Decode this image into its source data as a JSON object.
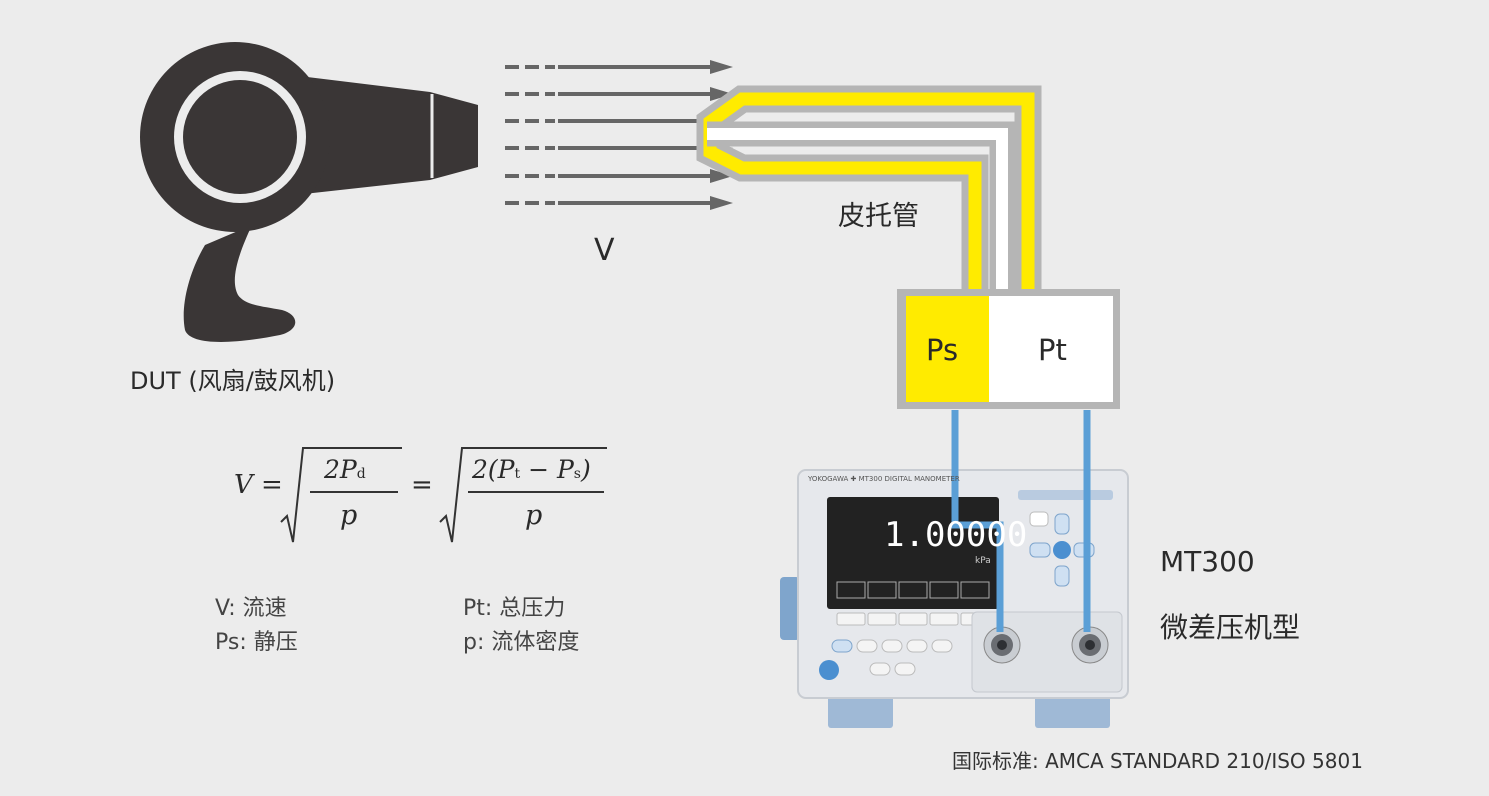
{
  "colors": {
    "background": "#ececec",
    "dut_dark": "#3a3636",
    "pitot_yellow": "#ffeb00",
    "pitot_gray": "#b5b5b5",
    "hose_blue": "#5b9fd6",
    "device_body": "#e6e8ec",
    "device_screen": "#222222"
  },
  "icons": {
    "dut": "hair-dryer-fan-icon",
    "flow": "flow-arrow-icon",
    "pitot": "pitot-tube-icon",
    "device": "differential-pressure-meter-icon"
  },
  "labels": {
    "velocity": "V",
    "pitot_tube": "皮托管",
    "ps_box": "Ps",
    "pt_box": "Pt",
    "dut": "DUT (风扇/鼓风机)",
    "device_model": "MT300",
    "device_type": "微差压机型",
    "standard": "国际标准: AMCA STANDARD 210/ISO 5801"
  },
  "formula": {
    "lhs": "V =",
    "frac1_num_main": "2P",
    "frac1_num_sub": "d",
    "frac1_den": "p",
    "equals": "=",
    "frac2_num_pre": "2(P",
    "frac2_num_sub1": "t",
    "frac2_num_mid": " − P",
    "frac2_num_sub2": "s",
    "frac2_num_post": ")",
    "frac2_den": "p"
  },
  "legend": {
    "left": [
      "V: 流速",
      "Ps: 静压"
    ],
    "right": [
      "Pt: 总压力",
      "p: 流体密度"
    ]
  },
  "device": {
    "brand": "YOKOGAWA ✚ MT300 DIGITAL MANOMETER",
    "reading": "1.00000",
    "unit": "kPa"
  }
}
